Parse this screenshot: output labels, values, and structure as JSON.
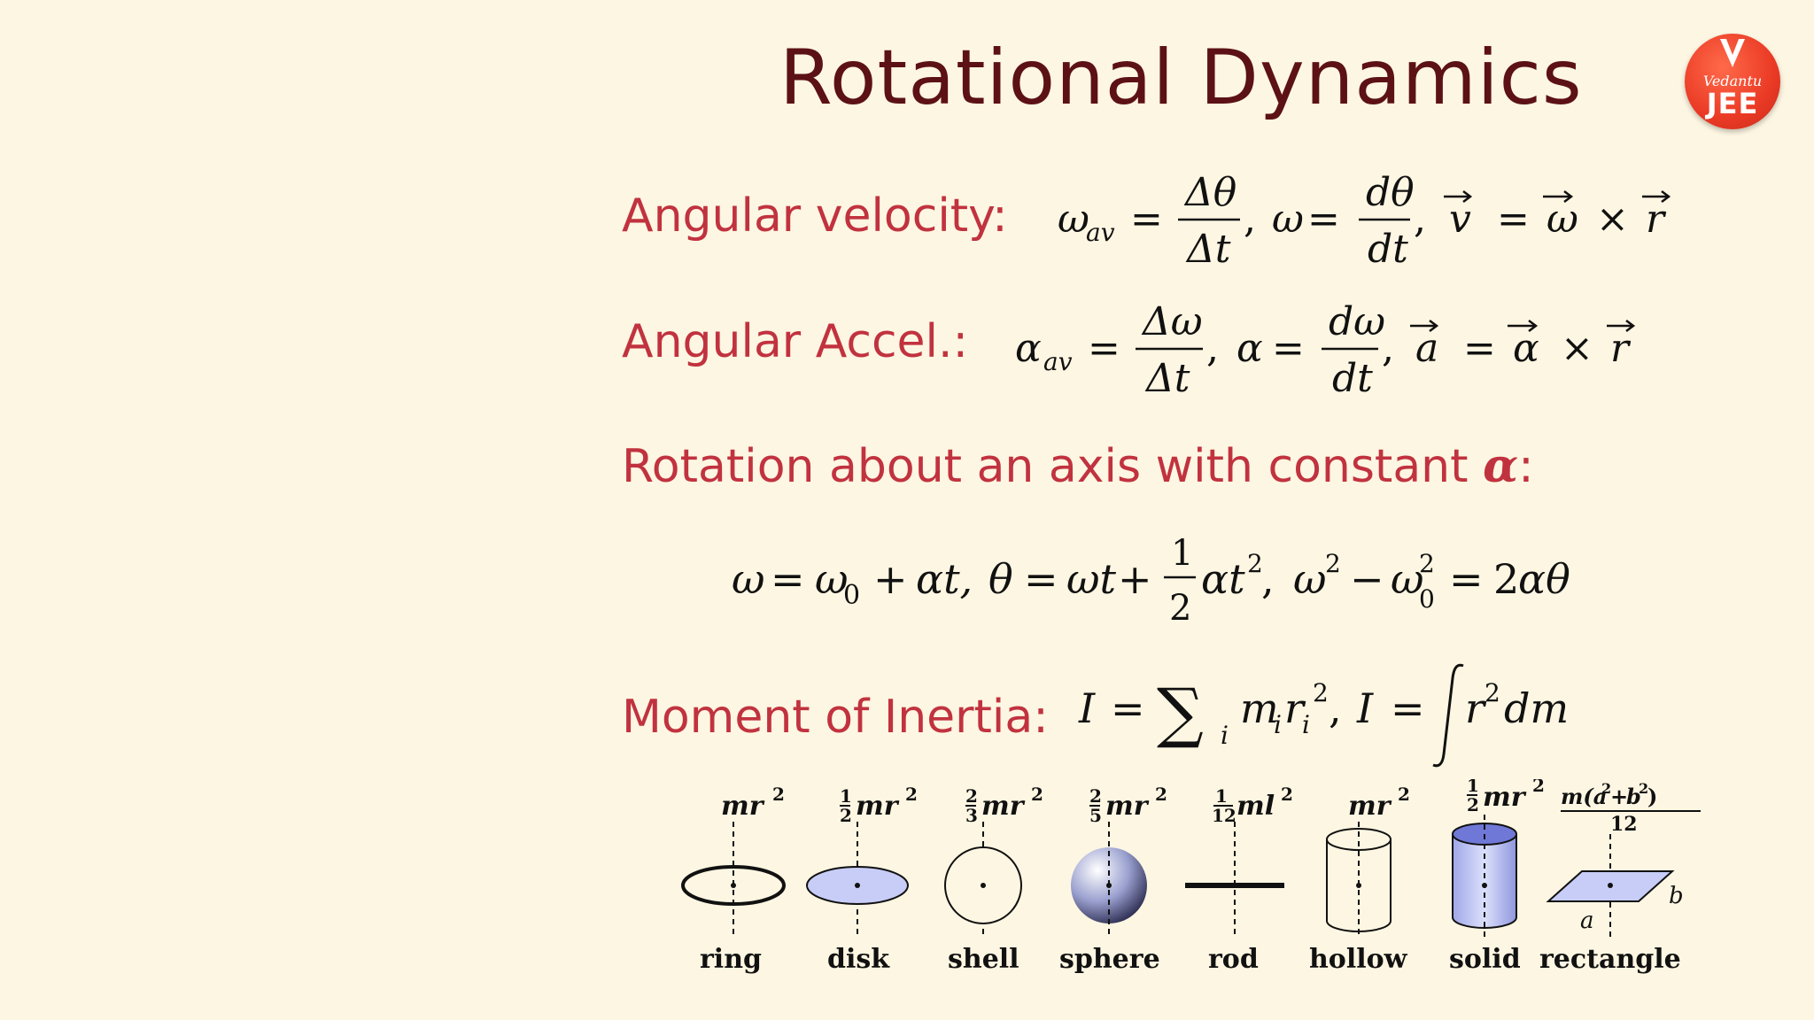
{
  "title": "Rotational Dynamics",
  "logo": {
    "brand": "Vedantu",
    "sub": "JEE"
  },
  "angular_velocity": {
    "label": "Angular velocity:"
  },
  "angular_accel": {
    "label": "Angular Accel.:"
  },
  "constant_alpha": {
    "label_prefix": "Rotation about an axis with constant ",
    "label_symbol": "α",
    "label_suffix": ":"
  },
  "moment_of_inertia": {
    "label": "Moment of Inertia:"
  },
  "inertia_shapes": [
    {
      "name": "ring"
    },
    {
      "name": "disk"
    },
    {
      "name": "shell"
    },
    {
      "name": "sphere"
    },
    {
      "name": "rod"
    },
    {
      "name": "hollow"
    },
    {
      "name": "solid"
    },
    {
      "name": "rectangle"
    }
  ],
  "rectangle_sides": {
    "a": "a",
    "b": "b"
  },
  "colors": {
    "title": "#5c1116",
    "label": "#c1323f",
    "background": "#fdf6e2",
    "shape_fill": "#c7cdf7"
  }
}
